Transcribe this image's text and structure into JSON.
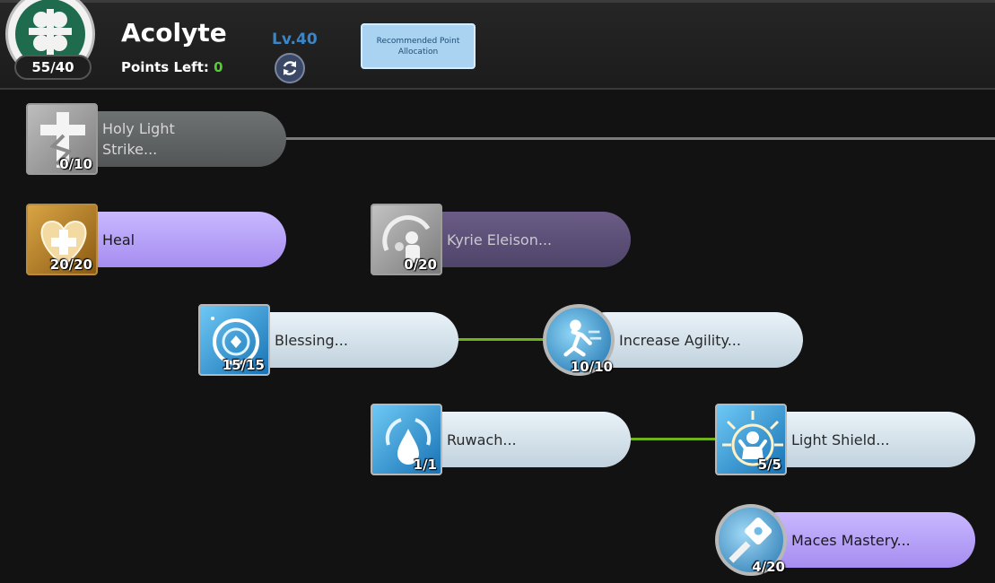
{
  "header": {
    "class_name": "Acolyte",
    "points_badge": "55/40",
    "points_left_label": "Points Left:",
    "points_left_value": "0",
    "level": "Lv.40",
    "recommend_label": "Recommended Point Allocation"
  },
  "skills": [
    {
      "name": "Holy Light\nStrike...",
      "level": "0/10",
      "icon": "holy-cross-icon"
    },
    {
      "name": "Heal",
      "level": "20/20",
      "icon": "heart-cross-icon"
    },
    {
      "name": "Kyrie Eleison...",
      "level": "0/20",
      "icon": "shield-figure-icon"
    },
    {
      "name": "Blessing...",
      "level": "15/15",
      "icon": "blessing-halo-icon"
    },
    {
      "name": "Increase Agility...",
      "level": "10/10",
      "icon": "running-figure-icon"
    },
    {
      "name": "Ruwach...",
      "level": "1/1",
      "icon": "water-drop-icon"
    },
    {
      "name": "Light Shield...",
      "level": "5/5",
      "icon": "radiant-figure-icon"
    },
    {
      "name": "Maces Mastery...",
      "level": "4/20",
      "icon": "mace-icon"
    }
  ],
  "colors": {
    "accent_green": "#55cc33",
    "level_blue": "#3b86c8",
    "connector_green": "#6fb21c"
  }
}
